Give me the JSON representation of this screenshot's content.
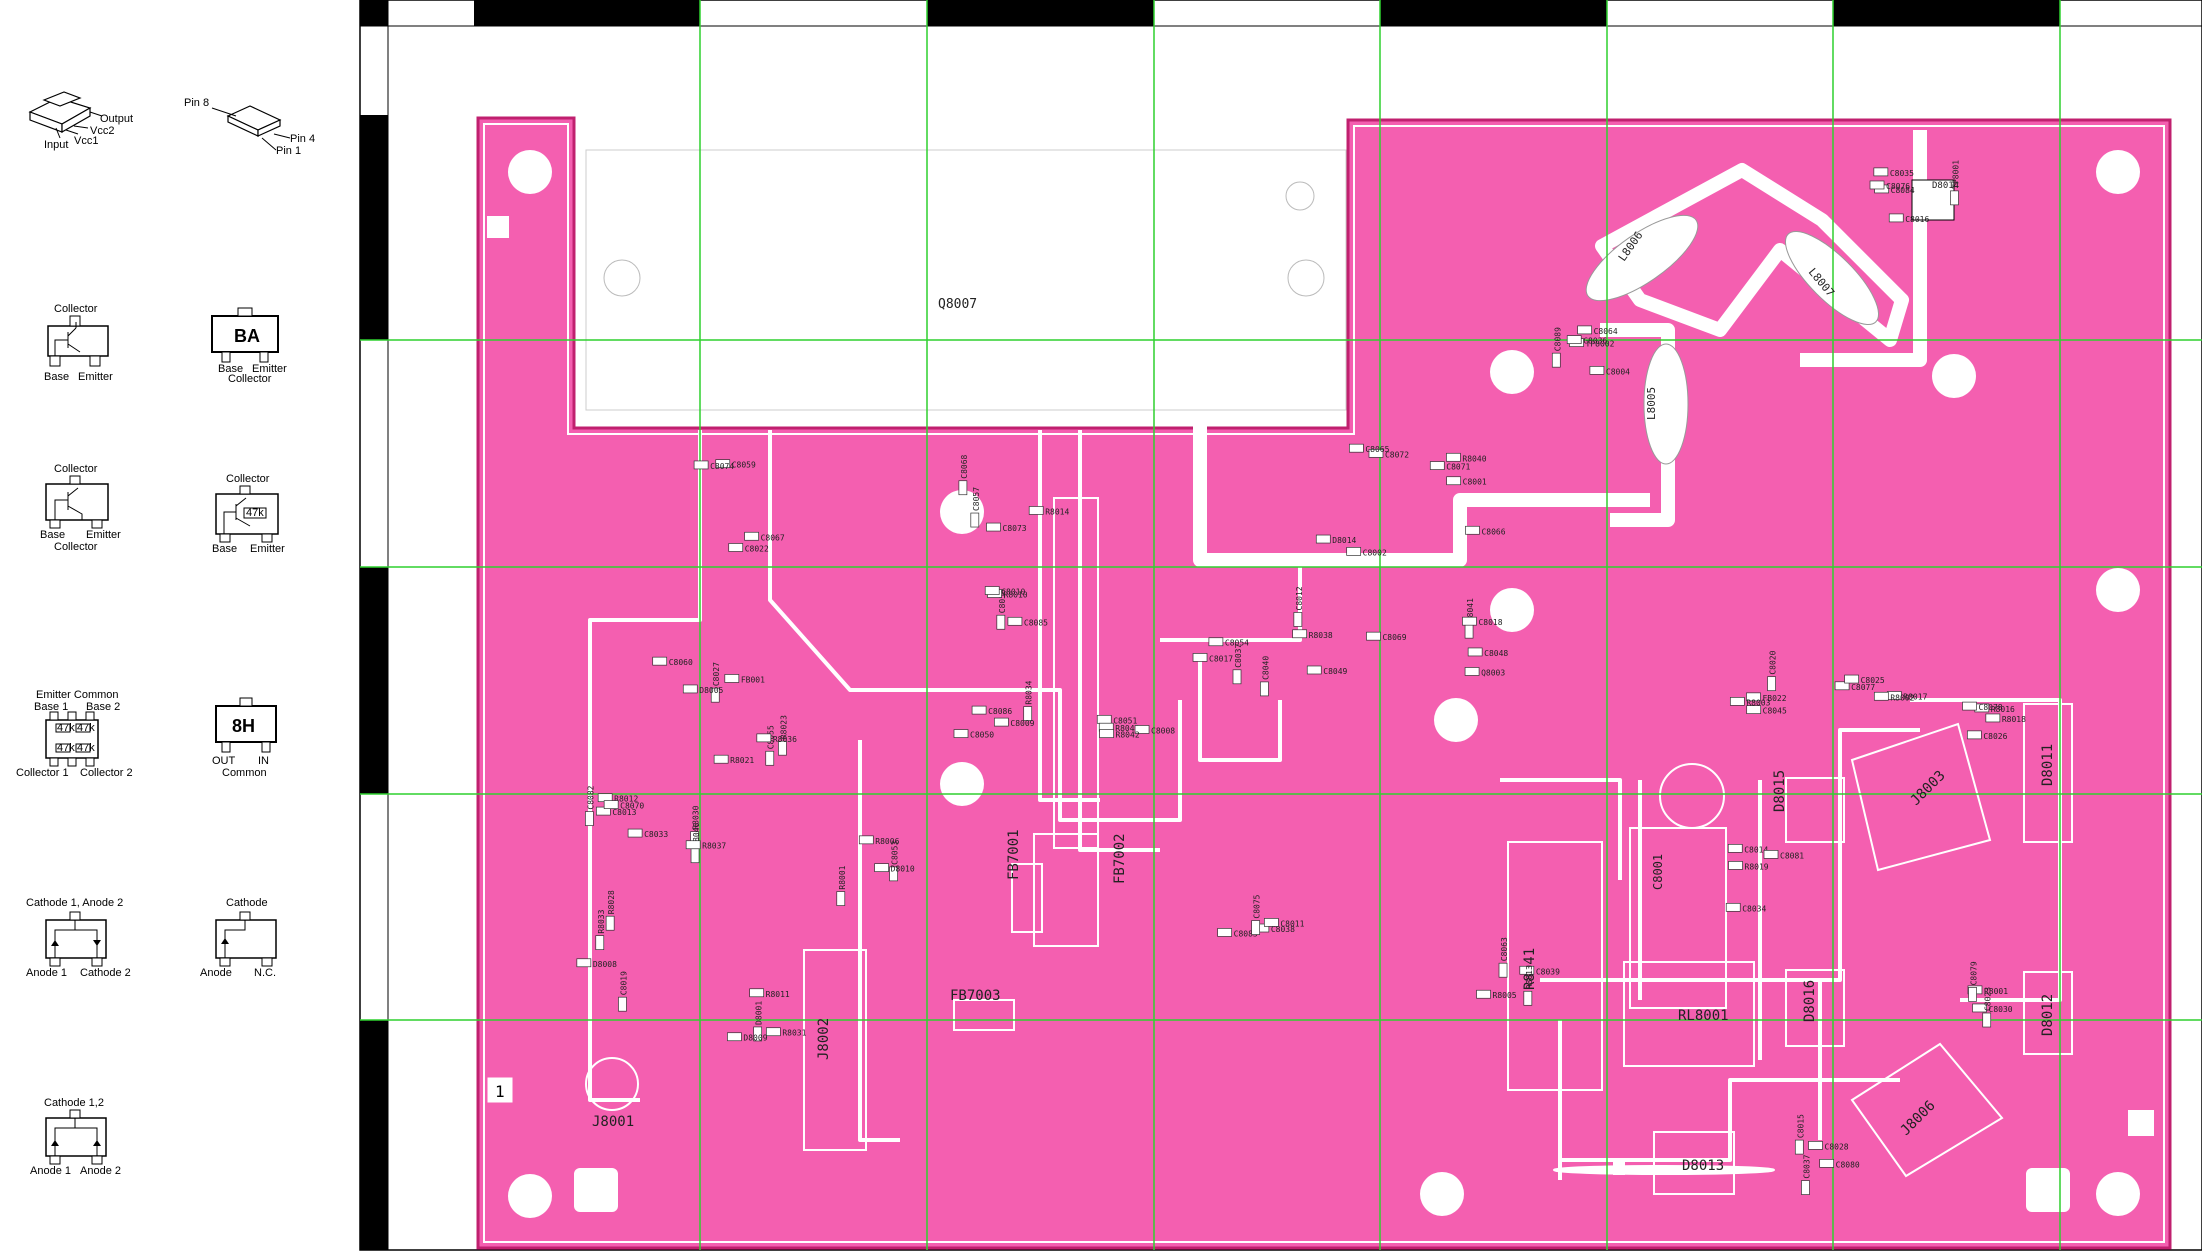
{
  "legend": {
    "reg": {
      "output": "Output",
      "vcc2": "Vcc2",
      "vcc1": "Vcc1",
      "input": "Input"
    },
    "ic8": {
      "pin8": "Pin 8",
      "pin4": "Pin 4",
      "pin1": "Pin 1"
    },
    "tr1": {
      "collector": "Collector",
      "base": "Base",
      "emitter": "Emitter"
    },
    "ba": {
      "marking": "BA",
      "base": "Base",
      "emitter": "Emitter",
      "collector": "Collector"
    },
    "tr2": {
      "collector": "Collector",
      "base": "Base",
      "emitter": "Emitter",
      "collector2": "Collector"
    },
    "tr3": {
      "collector": "Collector",
      "r": "47k",
      "base": "Base",
      "emitter": "Emitter"
    },
    "dual": {
      "title": "Emitter Common",
      "b1": "Base 1",
      "b2": "Base 2",
      "r": "47k",
      "c1": "Collector 1",
      "c2": "Collector 2"
    },
    "h8": {
      "marking": "8H",
      "out": "OUT",
      "in": "IN",
      "common": "Common"
    },
    "d1": {
      "top": "Cathode 1, Anode 2",
      "a1": "Anode 1",
      "c2": "Cathode 2"
    },
    "d2": {
      "top": "Cathode",
      "anode": "Anode",
      "nc": "N.C."
    },
    "d3": {
      "top": "Cathode 1,2",
      "a1": "Anode 1",
      "a2": "Anode 2"
    }
  },
  "board": {
    "colors": {
      "copper": "#f45fb0",
      "trace": "#ffffff",
      "grid": "#2fd12f",
      "frame": "#000000"
    },
    "board_mark": "1",
    "big_labels": [
      "Q8007",
      "L8006",
      "L8007",
      "L8005",
      "FB7001",
      "FB7002",
      "FB7003",
      "J8002",
      "J8001",
      "R8041",
      "RL8001",
      "D8015",
      "D8016",
      "D8013",
      "D8011",
      "D8012",
      "J8003",
      "J8006",
      "D8014",
      "C8001"
    ],
    "small_labels": [
      "TP8001",
      "TP8002",
      "D8014",
      "R8040",
      "C8059",
      "C8057",
      "C8058",
      "C8050",
      "C8051",
      "C8060",
      "C8055",
      "R8030",
      "R8033",
      "R8031",
      "R8001",
      "C8040",
      "C8069",
      "C8041",
      "C8063",
      "FB022",
      "R8017",
      "R8016",
      "C8030",
      "C8037",
      "C8034",
      "C8033",
      "C8038",
      "C8035",
      "C8036",
      "C8072",
      "C8071",
      "C8074",
      "C8073",
      "R8010",
      "R8034",
      "R8045",
      "C8027",
      "R8023",
      "R8012",
      "C8019",
      "R8011",
      "R8006",
      "C8017",
      "C8012",
      "C8018",
      "R8005",
      "R8003",
      "R8002",
      "R8018",
      "R8001",
      "C8015",
      "C8014",
      "C8013",
      "C8011",
      "C8016",
      "C8004",
      "C8002",
      "C8001",
      "C8022",
      "R8014",
      "C8010",
      "C8009",
      "C8008",
      "D8005",
      "R8021",
      "C8046",
      "R8028",
      "D8001",
      "C8053",
      "C8054",
      "C8049",
      "C8048",
      "C8039",
      "C8045",
      "C8077",
      "C8078",
      "C8079",
      "C8080",
      "C8081",
      "C8082",
      "C8083",
      "C8084",
      "C8064",
      "C8065",
      "C8066",
      "C8067",
      "C8068",
      "C8085",
      "C8086",
      "R8042",
      "FB001",
      "R8036",
      "R8037",
      "D8008",
      "D8009",
      "D8010",
      "C8037",
      "R8038",
      "Q8003",
      "R8013",
      "C8020",
      "C8025",
      "C8026",
      "C8023",
      "C8028",
      "R8019",
      "C8070",
      "C8075",
      "C8076",
      "C8089"
    ]
  }
}
